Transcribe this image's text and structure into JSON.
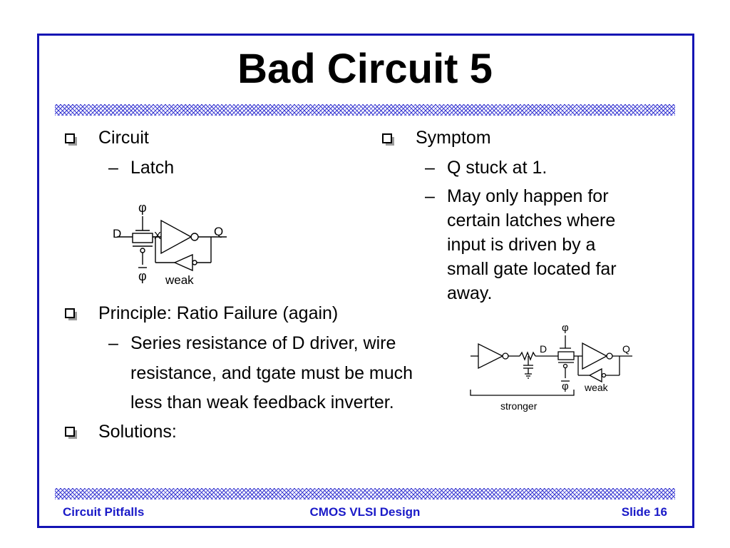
{
  "slide": {
    "title": "Bad Circuit 5",
    "left": {
      "bullet1": "Circuit",
      "sub1": "Latch",
      "bullet2": "Principle: Ratio Failure (again)",
      "sub2_lines": [
        "Series resistance of D driver, wire",
        "resistance, and tgate must be much",
        "less than weak feedback inverter."
      ],
      "bullet3": "Solutions:"
    },
    "right": {
      "bullet1": "Symptom",
      "sub1": "Q stuck at 1.",
      "sub2_lines": [
        "May only happen for",
        "certain latches where",
        "input is driven by a",
        "small gate located far",
        "away."
      ]
    },
    "diagram1": {
      "phi": "φ",
      "phi_bar": "φ",
      "d": "D",
      "x": "X",
      "q": "Q",
      "weak": "weak"
    },
    "diagram2": {
      "phi": "φ",
      "phi_bar": "φ",
      "d": "D",
      "q": "Q",
      "weak": "weak",
      "stronger": "stronger"
    },
    "footer": {
      "left": "Circuit Pitfalls",
      "center": "CMOS VLSI Design",
      "right": "Slide 16"
    }
  }
}
